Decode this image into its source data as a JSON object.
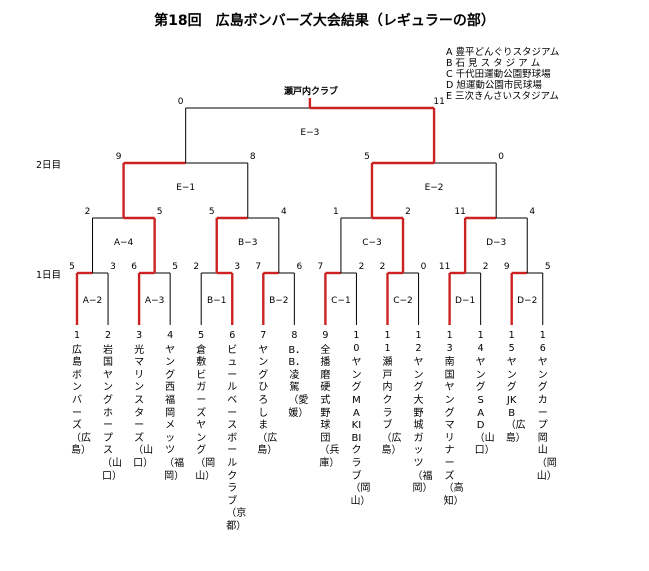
{
  "title": "第18回　広島ボンバーズ大会結果（レギュラーの部）",
  "venues": [
    "A 豊平どんぐりスタジアム",
    "B 石 見 ス タ ジ ア ム",
    "C 千代田運動公園野球場",
    "D 旭運動公園市民球場",
    "E 三次きんさいスタジアム"
  ],
  "rounds": {
    "r1": "1日目",
    "r2": "2日目"
  },
  "champion": "瀬戸内クラブ",
  "colors": {
    "win": "#cc2222",
    "line": "#000000"
  },
  "teams": [
    {
      "no": "1",
      "name": "広島ボンバーズ（広島）"
    },
    {
      "no": "2",
      "name": "岩国ヤングホープス（山口）"
    },
    {
      "no": "3",
      "name": "光マリンスターズ（山口）"
    },
    {
      "no": "4",
      "name": "ヤング西福岡メッツ（福岡）"
    },
    {
      "no": "5",
      "name": "倉敷ビガーズヤング（岡山）"
    },
    {
      "no": "6",
      "name": "ビュールベースボールクラブ（京都）"
    },
    {
      "no": "7",
      "name": "ヤングひろしま（広島）"
    },
    {
      "no": "8",
      "name": "B．B．凌駕（愛媛）"
    },
    {
      "no": "9",
      "name": "全播磨硬式野球団（兵庫）"
    },
    {
      "no": "10",
      "name": "ヤングMAKIBIクラブ（岡山）"
    },
    {
      "no": "11",
      "name": "瀬戸内クラブ（広島）"
    },
    {
      "no": "12",
      "name": "ヤング大野城ガッツ（福岡）"
    },
    {
      "no": "13",
      "name": "南国ヤングマリナーズ（高知）"
    },
    {
      "no": "14",
      "name": "ヤングSAD（山口）"
    },
    {
      "no": "15",
      "name": "ヤングJKB（広島）"
    },
    {
      "no": "16",
      "name": "ヤングカープ岡山（岡山）"
    }
  ],
  "matches": {
    "r1": [
      {
        "label": "A−2",
        "scores": [
          "5",
          "3"
        ]
      },
      {
        "label": "A−3",
        "scores": [
          "6",
          "5"
        ]
      },
      {
        "label": "B−1",
        "scores": [
          "2",
          "3"
        ]
      },
      {
        "label": "B−2",
        "scores": [
          "7",
          "6"
        ]
      },
      {
        "label": "C−1",
        "scores": [
          "7",
          "2"
        ]
      },
      {
        "label": "C−2",
        "scores": [
          "2",
          "0"
        ]
      },
      {
        "label": "D−1",
        "scores": [
          "11",
          "2"
        ]
      },
      {
        "label": "D−2",
        "scores": [
          "9",
          "5"
        ]
      }
    ],
    "r2": [
      {
        "label": "A−4",
        "scores": [
          "2",
          "5"
        ]
      },
      {
        "label": "B−3",
        "scores": [
          "5",
          "4"
        ]
      },
      {
        "label": "C−3",
        "scores": [
          "1",
          "2"
        ]
      },
      {
        "label": "D−3",
        "scores": [
          "11",
          "4"
        ]
      }
    ],
    "r3": [
      {
        "label": "E−1",
        "scores": [
          "9",
          "8"
        ]
      },
      {
        "label": "E−2",
        "scores": [
          "5",
          "0"
        ]
      }
    ],
    "r4": [
      {
        "label": "E−3",
        "scores": [
          "0",
          "11"
        ]
      }
    ]
  }
}
